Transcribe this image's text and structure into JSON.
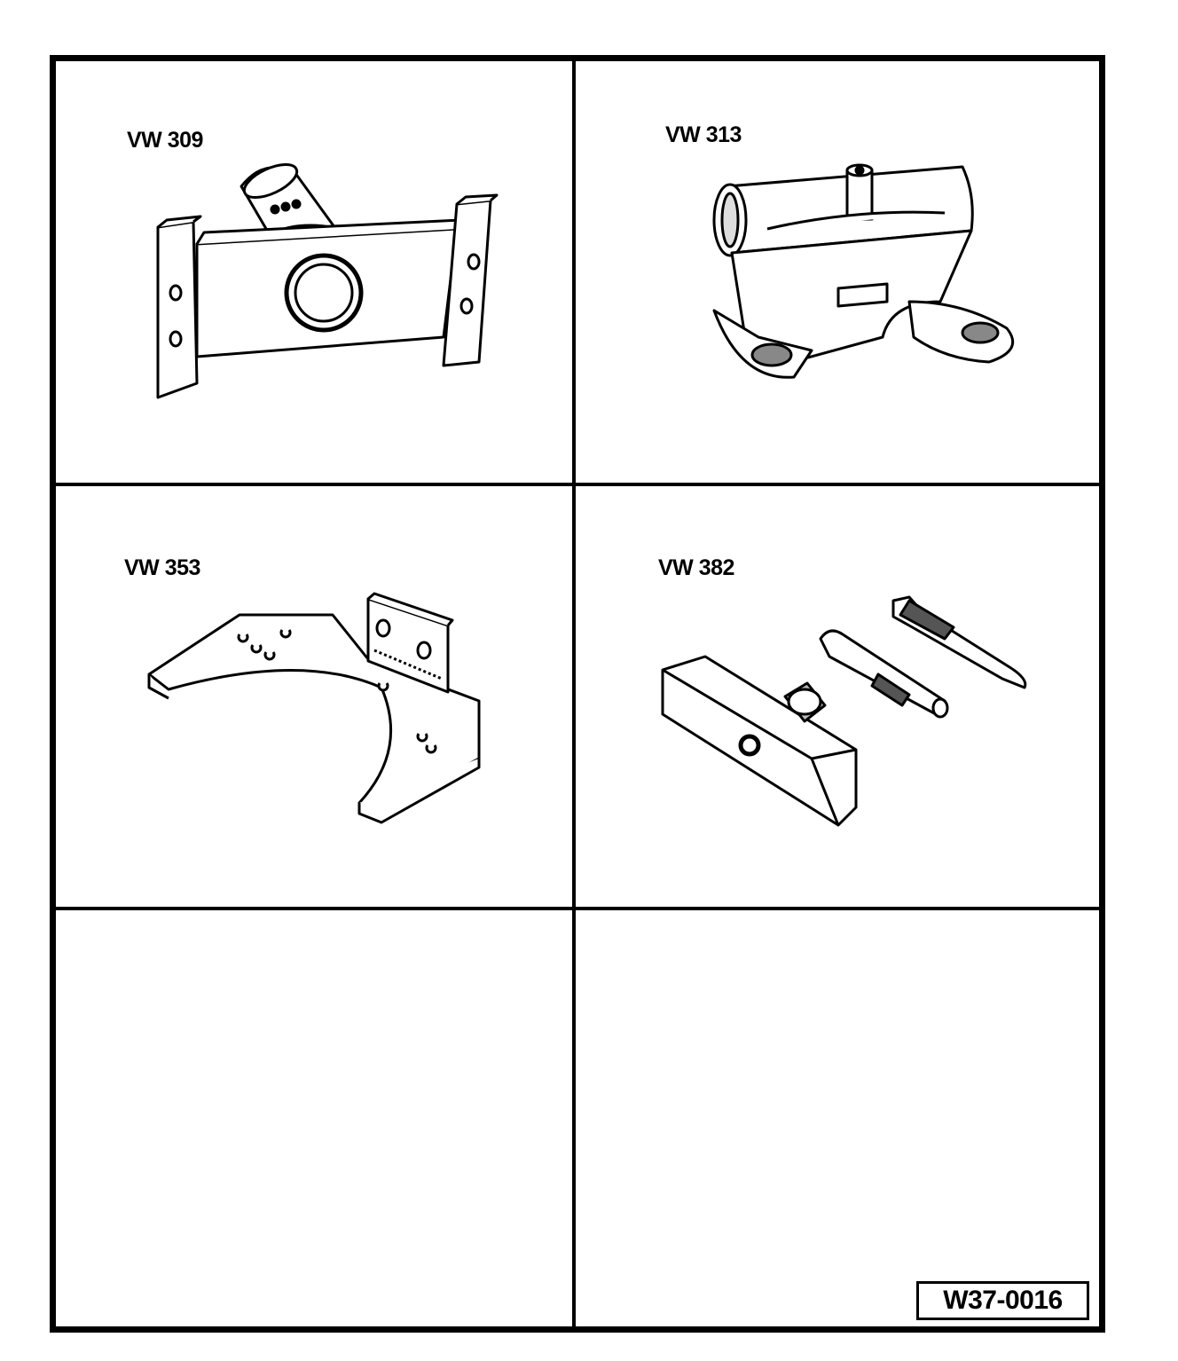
{
  "tools": [
    {
      "label": "VW 309"
    },
    {
      "label": "VW 313"
    },
    {
      "label": "VW 353"
    },
    {
      "label": "VW 382"
    }
  ],
  "figure_code": "W37-0016"
}
